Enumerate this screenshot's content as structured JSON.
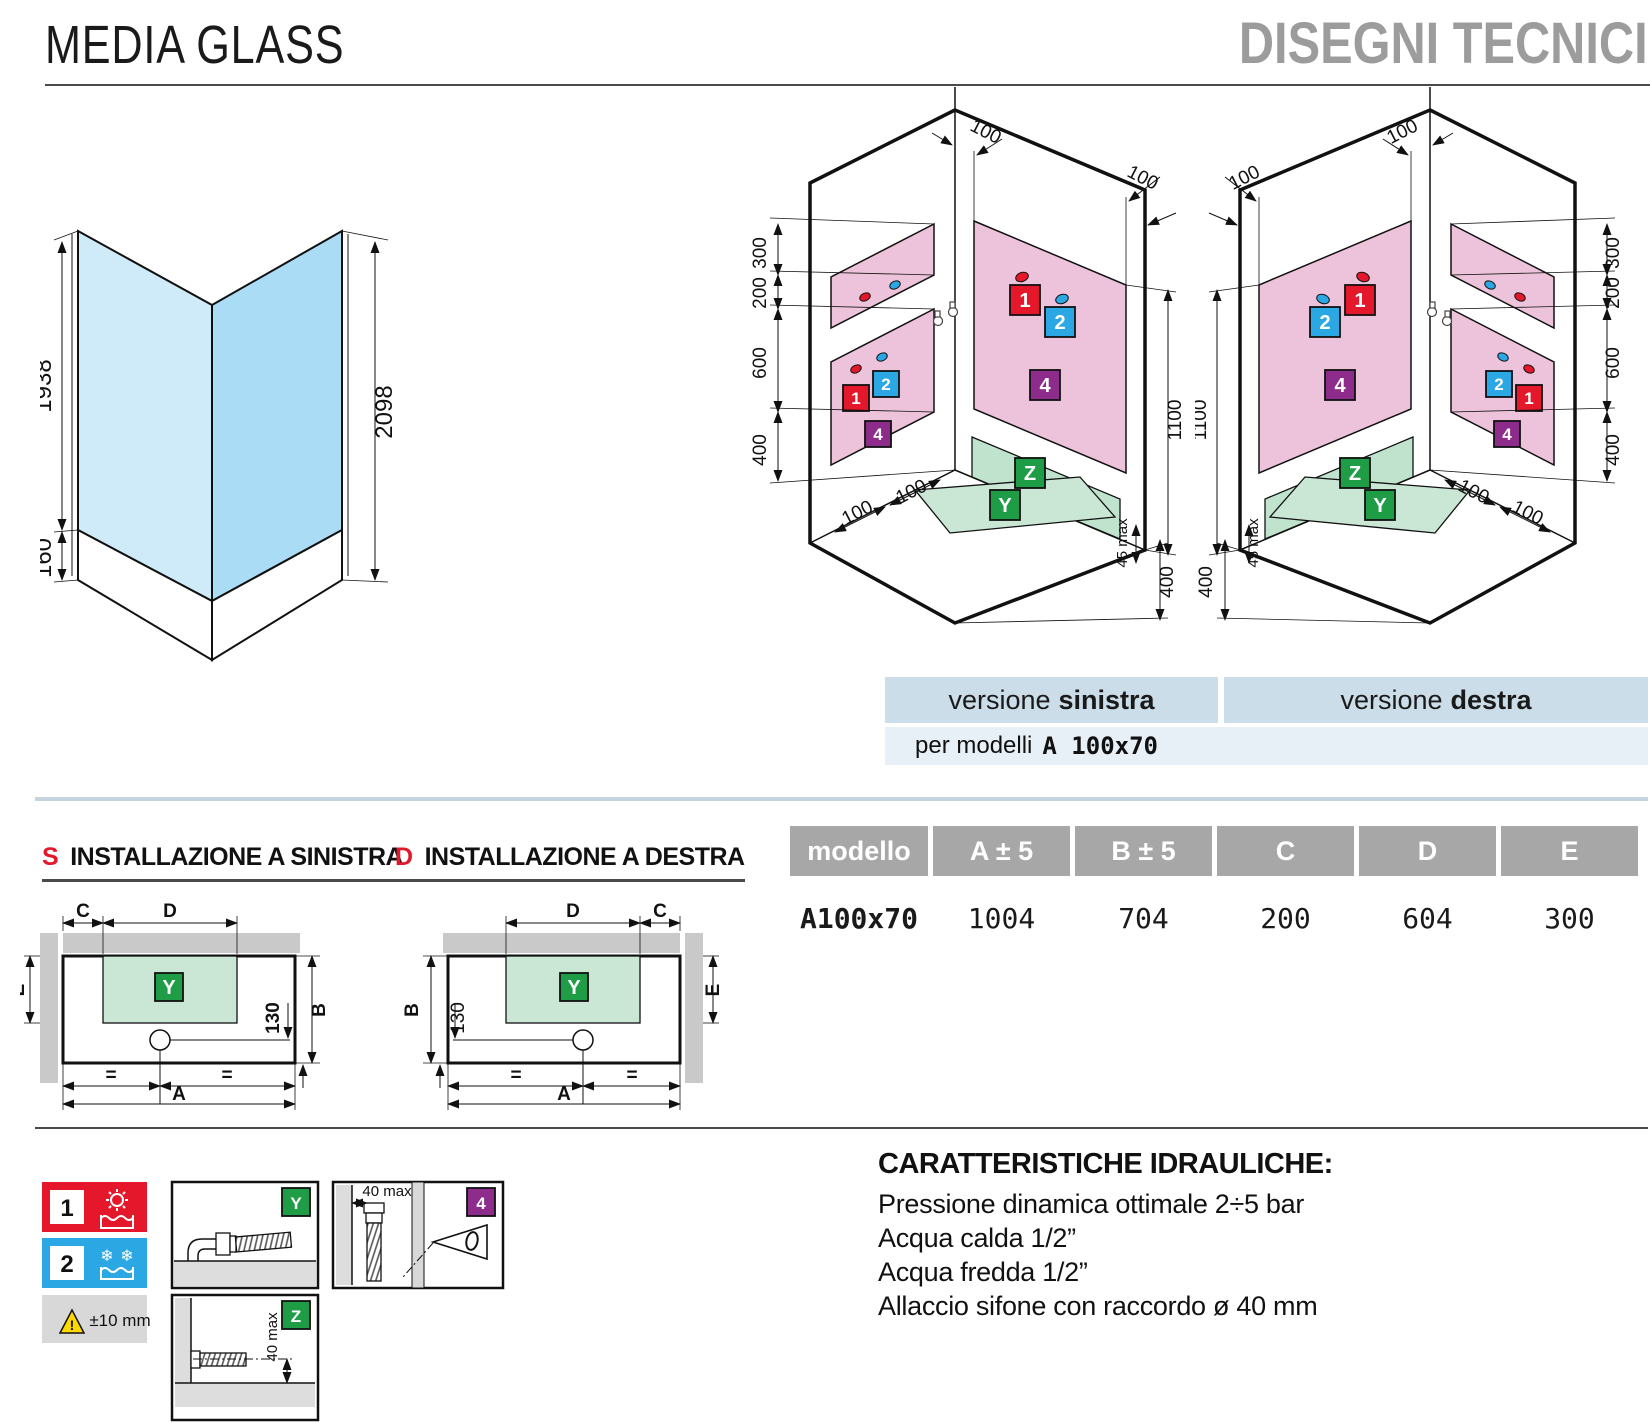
{
  "header": {
    "title": "MEDIA GLASS",
    "subtitle": "DISEGNI TECNICI"
  },
  "glass": {
    "h_left": "1938",
    "base": "160",
    "h_right": "2098"
  },
  "dims": {
    "d100": "100",
    "d300": "300",
    "d200": "200",
    "d600": "600",
    "d400": "400",
    "d1100": "1100",
    "d45": "45 max",
    "d130": "130",
    "d40": "40 max"
  },
  "mk": {
    "m1": "1",
    "m2": "2",
    "m4": "4",
    "my": "Y",
    "mz": "Z"
  },
  "versions": {
    "prefix": "versione",
    "left": "sinistra",
    "right": "destra",
    "models_label": "per modelli",
    "models_value": "A 100x70"
  },
  "plans": {
    "s_letter": "S",
    "s_title": "INSTALLAZIONE A SINISTRA",
    "d_letter": "D",
    "d_title": "INSTALLAZIONE A DESTRA",
    "a": "A",
    "b": "B",
    "c": "C",
    "d": "D",
    "e": "E",
    "eq": "="
  },
  "table": {
    "headers": [
      "modello",
      "A ± 5",
      "B ± 5",
      "C",
      "D",
      "E"
    ],
    "row": [
      "A100x70",
      "1004",
      "704",
      "200",
      "604",
      "300"
    ]
  },
  "legend": {
    "tolerance": "±10 mm",
    "forty": "40 max"
  },
  "hydraulics": {
    "title": "CARATTERISTICHE IDRAULICHE:",
    "l1": "Pressione dinamica ottimale 2÷5 bar",
    "l2": "Acqua calda 1/2”",
    "l3": "Acqua fredda 1/2”",
    "l4": "Allaccio sifone con raccordo ø 40 mm"
  }
}
